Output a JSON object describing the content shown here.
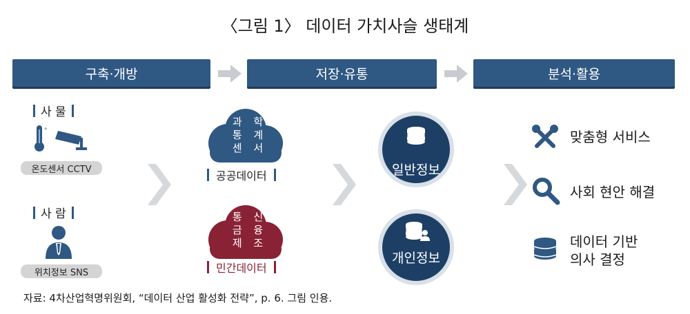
{
  "title": "〈그림 1〉 데이터 가치사슬 생태계",
  "stages": [
    "구축·개방",
    "저장·유통",
    "분석·활용"
  ],
  "sources": {
    "things": {
      "label": "사 물",
      "chip": "온도센서 CCTV"
    },
    "people": {
      "label": "사 람",
      "chip": "위치정보 SNS"
    }
  },
  "public": {
    "cloud_lines": [
      "과 학",
      "통 계",
      "센 서"
    ],
    "label": "공공데이터"
  },
  "private": {
    "cloud_lines": [
      "통 신",
      "금 융",
      "제 조"
    ],
    "label": "민간데이터"
  },
  "general": {
    "label": "일반정보"
  },
  "personal": {
    "label": "개인정보"
  },
  "outputs": [
    {
      "icon": "tools-icon",
      "lines": [
        "맞춤형 서비스"
      ]
    },
    {
      "icon": "magnifier-icon",
      "lines": [
        "사회 현안 해결"
      ]
    },
    {
      "icon": "database-icon",
      "lines": [
        "데이터 기반",
        "의사 결정"
      ]
    }
  ],
  "source_note": "자료: 4차산업혁명위원회, “데이터 산업 활성화 전략”, p. 6. 그림 인용.",
  "colors": {
    "navy": "#2f5883",
    "crimson": "#8a2235",
    "chevron": "#c8ccd0"
  }
}
